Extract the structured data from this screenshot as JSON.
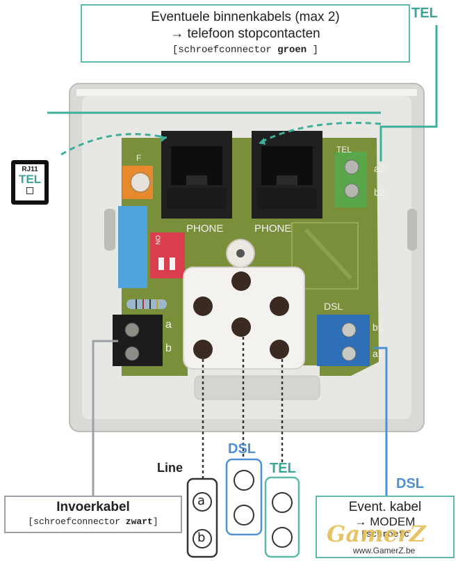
{
  "top_box": {
    "line1": "Eventuele binnenkabels (max 2)",
    "line2": "→ telefoon stopcontacten",
    "line3_prefix": "[schroefconnector ",
    "line3_bold": "groen",
    "line3_suffix": " ]"
  },
  "tel_top_label": "TEL",
  "rj11": {
    "label": "RJ11",
    "tel": "TEL"
  },
  "board": {
    "fuse_label": "F",
    "phone_label_1": "PHONE",
    "phone_label_2": "PHONE",
    "tel_terminal_label": "TEL",
    "a2": "a2",
    "b2": "b2",
    "dsl_terminal_label": "DSL",
    "b1": "b1",
    "a1": "a1",
    "a": "a",
    "b": "b",
    "dip_label": "ON"
  },
  "bottom": {
    "line_label": "Line",
    "dsl_label": "DSL",
    "tel_label": "TEL",
    "dsl_right_label": "DSL",
    "circle_a": "a",
    "circle_b": "b"
  },
  "invoer_box": {
    "title": "Invoerkabel",
    "sub_prefix": "[schroefconnector ",
    "sub_bold": "zwart",
    "sub_suffix": "]"
  },
  "event_box": {
    "line1": "Event. kabel",
    "line2": "→ MODEM",
    "line3": "[schroefc"
  },
  "watermark": {
    "logo": "GamerZ",
    "url": "www.GamerZ.be"
  },
  "colors": {
    "teal": "#5bb9a8",
    "blue": "#4f8fd6",
    "gray": "#9aa0a6",
    "board_green": "#7a8f3a",
    "terminal_green": "#5aa64a",
    "terminal_blue": "#2f6fb8",
    "connector_black": "#1c1c1c",
    "watermark_gold": "#e2b84a"
  }
}
